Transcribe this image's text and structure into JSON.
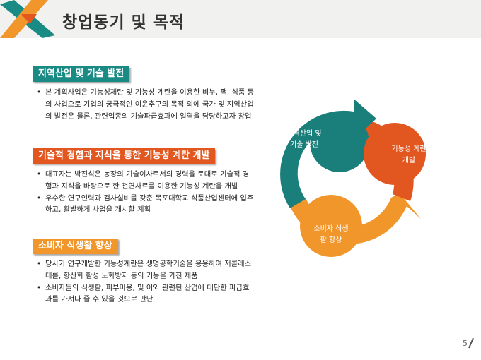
{
  "title": "창업동기 및 목적",
  "sections": [
    {
      "label": "지역산업 및 기술 발전",
      "color": "#1a8a84",
      "bullets": [
        "본 계획사업은 기능성제란 및 기능성 계란을 이용한 비누, 팩, 식품 등의 사업으로 기업의 궁극적인 이윤추구의 목적 외에 국가 및 지역산업의 발전은 물론, 관련업종의 기술파급효과에 일역을 담당하고자 창업"
      ]
    },
    {
      "label": "기술적 경험과 지식을 통한 기능성 계란 개발",
      "color": "#e2561f",
      "bullets": [
        "대표자는 박진석은 농장의 기술이사로서의 경력을 토대로 기술적 경험과 지식을 바탕으로 한 천연사료를 이용한 기능성 계란을 개발",
        "우수한 연구인력과 검사설비를 갖춘 목포대학교 식품산업센터에 입주하고, 활발하게 사업을 개시할 계획"
      ]
    },
    {
      "label": "소비자 식생활 향상",
      "color": "#f0962a",
      "bullets": [
        "당사가 연구개발한 기능성계란은 생명공학기술을 응용하여 저콜레스테롤, 항산화 활성 노화방지 등의 기능을 가진 제품",
        "소비자들의 식생활, 피부미용, 및 이와 관련된 산업에 대단한 파급효과를 가져다 줄 수 있을 것으로 판단"
      ]
    }
  ],
  "cycle": {
    "items": [
      {
        "line1": "지역산업 및",
        "line2": "기술 발전",
        "color": "#1a7e7a"
      },
      {
        "line1": "기능성 계란",
        "line2": "개발",
        "color": "#e2561f"
      },
      {
        "line1": "소비자 식생",
        "line2": "활 향상",
        "color": "#f0962a"
      }
    ]
  },
  "page_number": "5"
}
